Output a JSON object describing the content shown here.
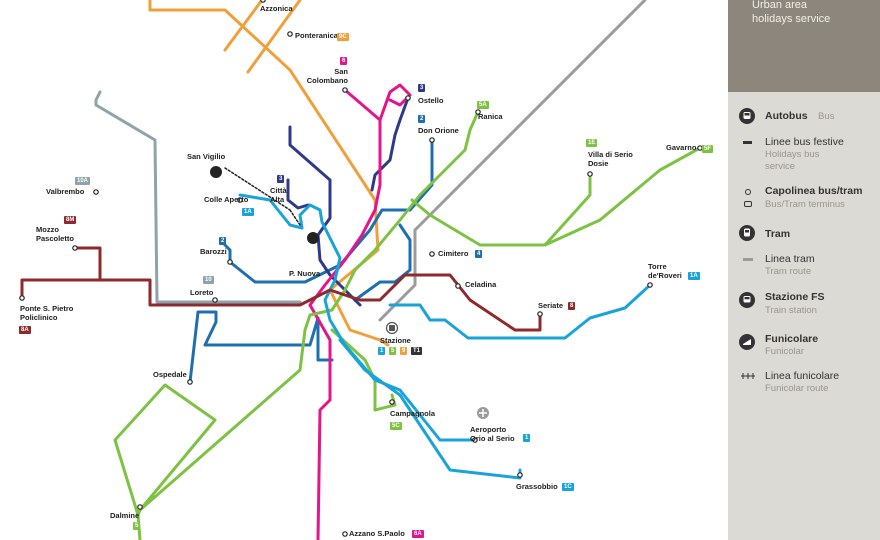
{
  "legend": {
    "header_line1": "Urban area",
    "header_line2": "holidays service",
    "autobus": "Autobus",
    "autobus_en": "Bus",
    "festive_it": "Linee bus festive",
    "festive_en1": "Holidays bus",
    "festive_en2": "service",
    "capolinea_it": "Capolinea bus/tram",
    "capolinea_en": "Bus/Tram terminus",
    "tram_it": "Tram",
    "linea_tram_it": "Linea tram",
    "linea_tram_en": "Tram route",
    "stazione_it": "Stazione FS",
    "stazione_en": "Train station",
    "funicolare_it": "Funicolare",
    "funicolare_en": "Funicolar",
    "linea_funi_it": "Linea funicolare",
    "linea_funi_en": "Funicolar route"
  },
  "colors": {
    "line_1": "#1aa3d9",
    "line_1A": "#1aa3d9",
    "line_1C": "#1aa3d9",
    "line_2": "#1e6fb0",
    "line_3": "#2e3a87",
    "line_5": "#7dc243",
    "line_6": "#e2168a",
    "line_8": "#8e2a2c",
    "line_9": "#f0a03a",
    "line_10": "#8fa3aa",
    "tram": "#9b9b9b",
    "panel": "#dcdad5",
    "panel_header": "#8c867c"
  },
  "places": {
    "azzonica": "Azzonica",
    "ponteranica": "Ponteranica",
    "san_colombano": "San\nColombano",
    "ostello": "Ostello",
    "ranica": "Ranica",
    "don_orione": "Don Orione",
    "san_vigilio": "San Vigilio",
    "citta_alta": "Città\nAlta",
    "valbrembo": "Valbrembo",
    "colle_aperto": "Colle Aperto",
    "mozzo": "Mozzo\nPascoletto",
    "barozzi": "Barozzi",
    "cimitero": "Cimitero",
    "villa_di_serio": "Villa di Serio\nDosie",
    "gavarno": "Gavarno",
    "p_nuova": "P. Nuova",
    "loreto": "Loreto",
    "celadina": "Celadina",
    "torre": "Torre\nde'Roveri",
    "ponte": "Ponte S. Pietro\nPoliclinico",
    "seriate": "Seriate",
    "stazione": "Stazione",
    "ospedale": "Ospedale",
    "campagnola": "Campagnola",
    "aeroporto": "Aeroporto\nOrio al Serio",
    "grassobbio": "Grassobbio",
    "dalmine": "Dalmine",
    "azzano": "Azzano S.Paolo"
  },
  "badges": {
    "b_9c": "9C",
    "b_6": "6",
    "b_3a": "3",
    "b_5a": "5A",
    "b_2a": "2",
    "b_10a": "10A",
    "b_3b": "3",
    "b_1a_a": "1A",
    "b_8m": "8M",
    "b_2b": "2",
    "b_4": "4",
    "b_1e": "1E",
    "b_5f": "5F",
    "b_10": "10",
    "b_1a_b": "1A",
    "b_8": "8",
    "b_8a": "8A",
    "b_st1": "1",
    "b_st5": "5",
    "b_st9": "9",
    "b_t1": "T1",
    "b_5c": "5C",
    "b_1": "1",
    "b_1c": "1C",
    "b_5": "5",
    "b_6a": "6A"
  }
}
